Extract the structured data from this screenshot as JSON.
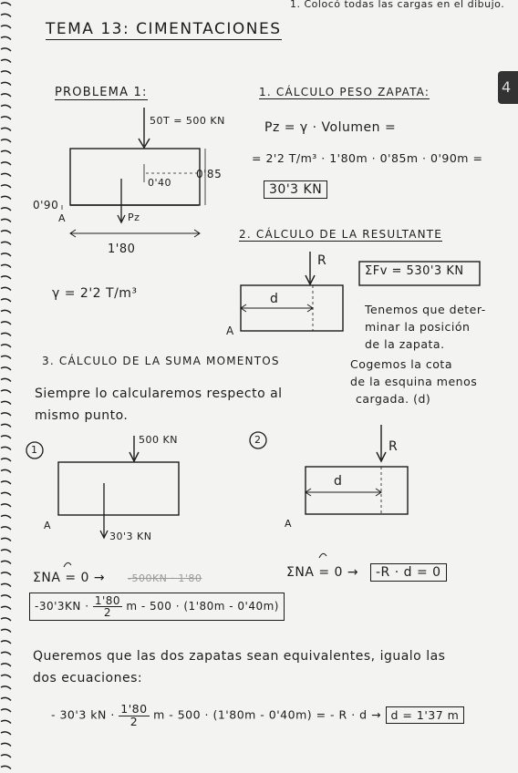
{
  "top_note": "1. Colocó todas las cargas en el dibujo.",
  "tab_number": "4",
  "title": "TEMA 13: CIMENTACIONES",
  "problem": {
    "label": "PROBLEMA 1:",
    "load": "50T = 500 KN",
    "dim_height": "0'85",
    "dim_inner": "0'40",
    "dim_depth": "0'90",
    "point_a": "A",
    "pz_label": "Pz",
    "width": "1'80",
    "gamma": "γ = 2'2 T/m³"
  },
  "step1": {
    "title": "1. CÁLCULO PESO ZAPATA:",
    "line1": "Pz = γ · Volumen =",
    "line2": "= 2'2 T/m³ · 1'80m · 0'85m · 0'90m =",
    "result": "30'3 KN"
  },
  "step2": {
    "title": "2. CÁLCULO DE LA RESULTANTE",
    "r_label": "R",
    "d_label": "d",
    "point_a": "A",
    "sum": "ΣFv = 530'3 KN",
    "note": [
      "Tenemos que deter-",
      "minar la posición",
      "de la zapata.",
      "Cogemos la cota",
      "de la esquina menos",
      "cargada. (d)"
    ]
  },
  "step3": {
    "title": "3. CÁLCULO DE LA SUMA MOMENTOS",
    "intro1": "Siempre lo calcularemos respecto al",
    "intro2": "mismo punto.",
    "case1": {
      "num": "1",
      "load": "500 KN",
      "weight": "30'3 KN",
      "point_a": "A",
      "eq_start": "ΣNA = 0 →",
      "eq_struck": "-500KN · 1'80",
      "result_pre": "-30'3KN ·",
      "result_num": "1'80",
      "result_den": "2",
      "result_post": "m - 500 · (1'80m - 0'40m)"
    },
    "case2": {
      "num": "2",
      "r_label": "R",
      "d_label": "d",
      "point_a": "A",
      "eq_start": "ΣNA = 0 →",
      "result": "-R · d = 0"
    }
  },
  "conclusion": {
    "line1": "Queremos que las dos zapatas sean equivalentes, igualo las",
    "line2": "dos ecuaciones:",
    "eq_pre": "- 30'3 kN ·",
    "eq_num": "1'80",
    "eq_den": "2",
    "eq_post": "m - 500 · (1'80m - 0'40m) = - R · d →",
    "answer": "d = 1'37 m"
  }
}
